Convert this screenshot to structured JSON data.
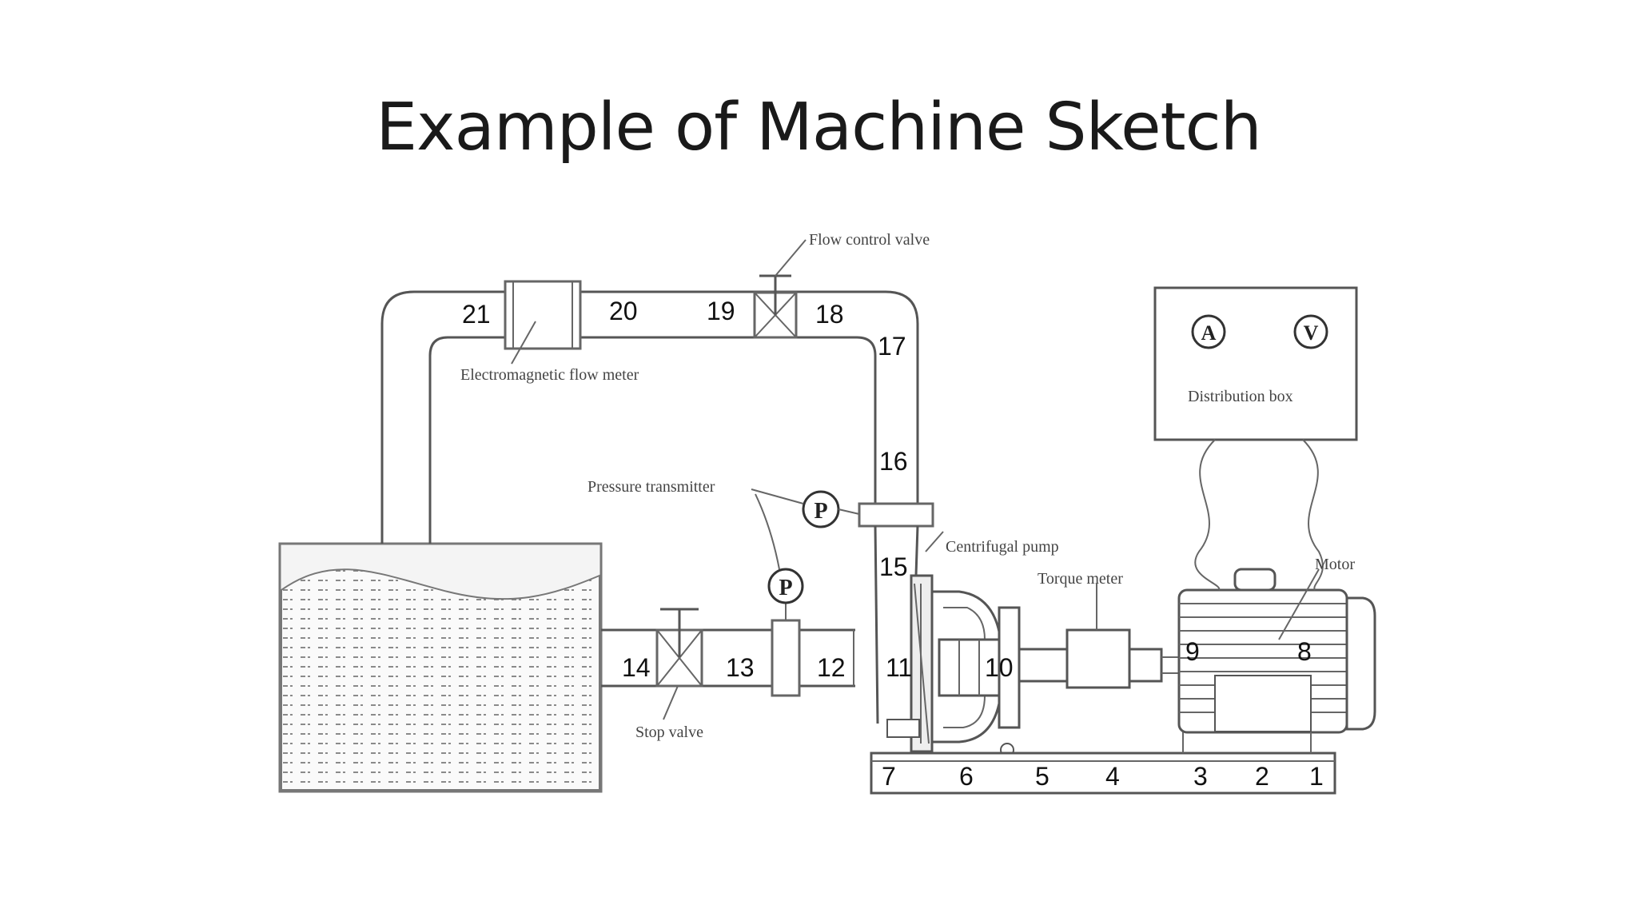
{
  "slide": {
    "title": "Example of Machine Sketch"
  },
  "diagram": {
    "labels": {
      "flow_control_valve": "Flow control valve",
      "electromagnetic_flow_meter": "Electromagnetic flow meter",
      "pressure_transmitter": "Pressure transmitter",
      "centrifugal_pump": "Centrifugal pump",
      "torque_meter": "Torque meter",
      "motor": "Motor",
      "distribution_box": "Distribution box",
      "stop_valve": "Stop valve",
      "ammeter_symbol": "A",
      "voltmeter_symbol": "V",
      "pressure_symbol_upper": "P",
      "pressure_symbol_lower": "P"
    },
    "numbers": [
      "1",
      "2",
      "3",
      "4",
      "5",
      "6",
      "7",
      "8",
      "9",
      "10",
      "11",
      "12",
      "13",
      "14",
      "15",
      "16",
      "17",
      "18",
      "19",
      "20",
      "21"
    ]
  }
}
